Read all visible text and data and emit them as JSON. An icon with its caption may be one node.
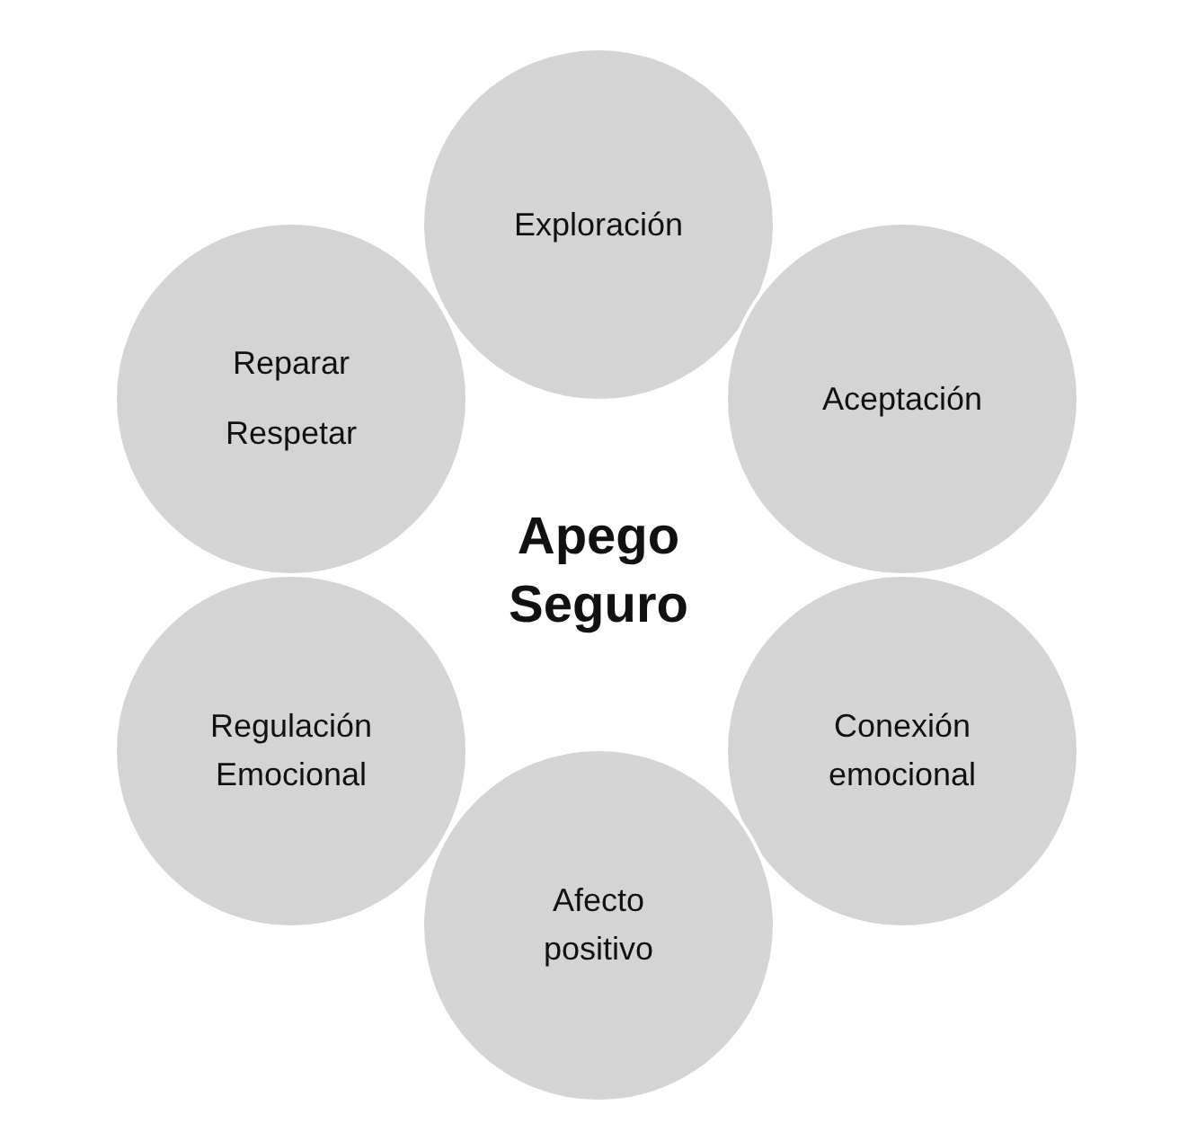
{
  "diagram": {
    "nodes": [
      {
        "text": [
          "Exploración"
        ]
      },
      {
        "text": [
          "Aceptación"
        ]
      },
      {
        "text": [
          "Conexión emocional"
        ]
      },
      {
        "text": [
          "Afecto positivo"
        ]
      },
      {
        "text": [
          "Regulación Emocional"
        ]
      },
      {
        "text": [
          "Reparar",
          "Respetar"
        ]
      }
    ],
    "edges": [],
    "labels": [
      "Apego Seguro"
    ]
  }
}
